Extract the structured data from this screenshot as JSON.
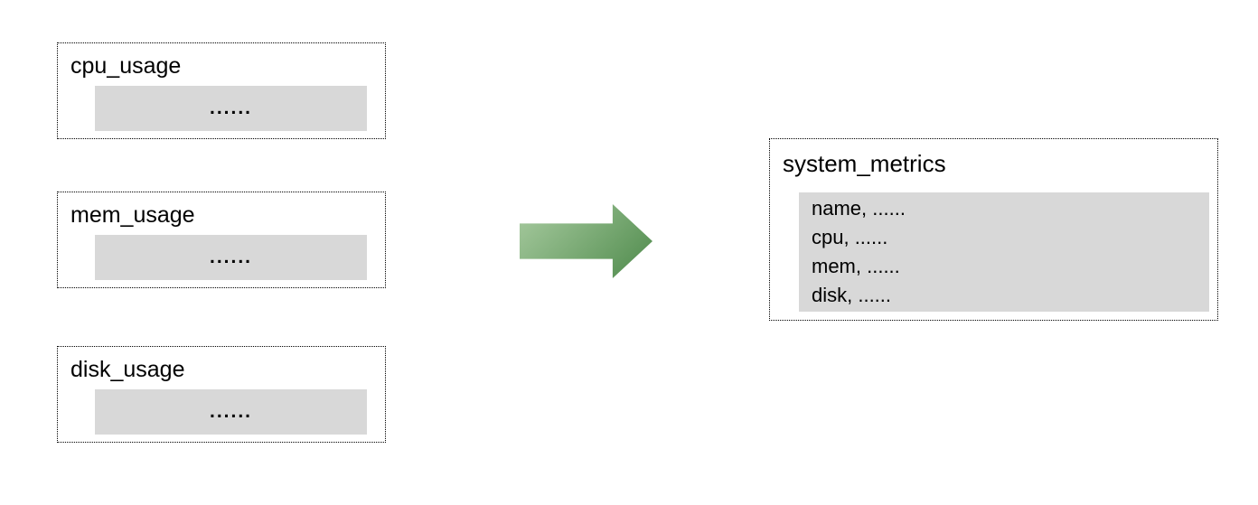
{
  "diagram": {
    "sources": [
      {
        "title": "cpu_usage",
        "content": "......"
      },
      {
        "title": "mem_usage",
        "content": "......"
      },
      {
        "title": "disk_usage",
        "content": "......"
      }
    ],
    "arrow": {
      "direction": "right",
      "color_start": "#a8cba0",
      "color_end": "#4e8a4b"
    },
    "result": {
      "title": "system_metrics",
      "rows": [
        "name, ......",
        "cpu, ......",
        "mem, ......",
        "disk, ......"
      ]
    },
    "colors": {
      "fill_gray": "#d8d8d8",
      "border": "#000000",
      "background": "#ffffff"
    }
  }
}
